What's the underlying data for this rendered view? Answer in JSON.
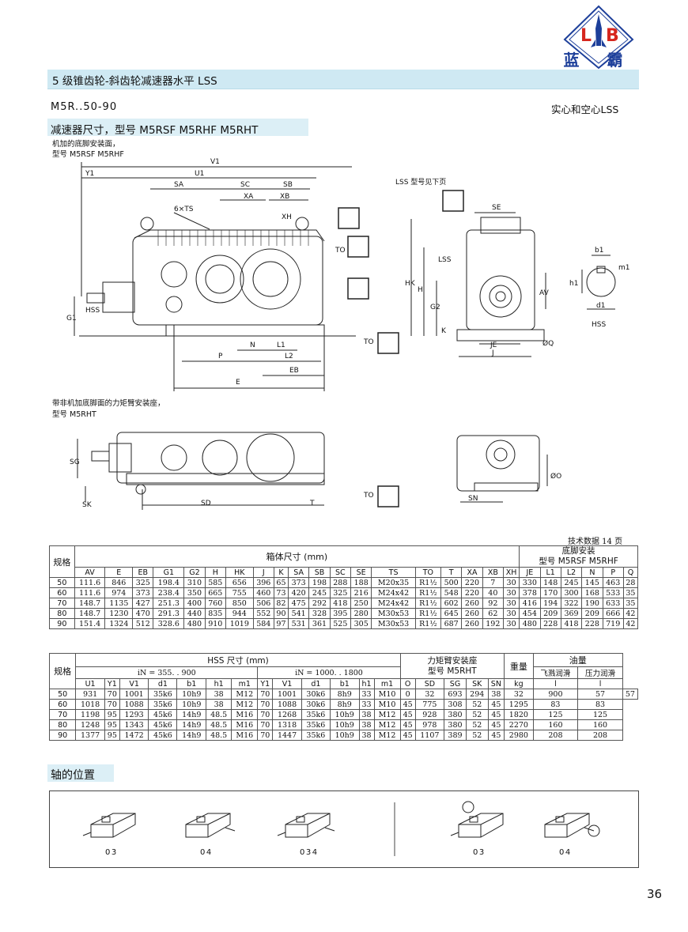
{
  "header": {
    "title": "5 级锥齿轮-斜齿轮减速器水平 LSS",
    "model_range": "M5R..50-90",
    "shaft_type": "实心和空心LSS",
    "subtitle": "减速器尺寸，型号 M5RSF M5RHF M5RHT",
    "logo_letters": "LB",
    "logo_text": "蓝 霸"
  },
  "captions": {
    "top_view_1": "机加的底脚安装面，",
    "top_view_2": "型号 M5RSF M5RHF",
    "bottom_view_1": "带非机加底脚面的力矩臂安装座，",
    "bottom_view_2": "型号 M5RHT",
    "lss_note": "LSS 型号见下页",
    "tech_note": "技术数据 14 页"
  },
  "drawing_labels": {
    "V1": "V1",
    "Y1": "Y1",
    "U1": "U1",
    "SA": "SA",
    "SC": "SC",
    "SB": "SB",
    "XA": "XA",
    "XB": "XB",
    "XH": "XH",
    "TS": "6×TS",
    "TO": "TO",
    "HSS": "HSS",
    "G1": "G1",
    "N": "N",
    "L1": "L1",
    "L2": "L2",
    "P": "P",
    "EB": "EB",
    "E": "E",
    "SE": "SE",
    "HK": "HK",
    "H": "H",
    "G2": "G2",
    "K": "K",
    "LSS": "LSS",
    "AV": "AV",
    "JE": "JE",
    "J": "J",
    "Q": "ØQ",
    "b1": "b1",
    "m1": "m1",
    "h1": "h1",
    "d1": "d1",
    "SG": "SG",
    "SK": "SK",
    "SD": "SD",
    "T": "T",
    "O": "ØO",
    "SN": "SN"
  },
  "table1": {
    "spec_label": "规格",
    "box_header": "箱体尺寸 (mm)",
    "foot_header_1": "底脚安装",
    "foot_header_2": "型号 M5RSF M5RHF",
    "columns": [
      "AV",
      "E",
      "EB",
      "G1",
      "G2",
      "H",
      "HK",
      "J",
      "K",
      "SA",
      "SB",
      "SC",
      "SE",
      "TS",
      "TO",
      "T",
      "XA",
      "XB",
      "XH",
      "JE",
      "L1",
      "L2",
      "N",
      "P",
      "Q"
    ],
    "rows": [
      [
        "50",
        "111.6",
        "846",
        "325",
        "198.4",
        "310",
        "585",
        "656",
        "396",
        "65",
        "373",
        "198",
        "288",
        "188",
        "M20x35",
        "R1½",
        "500",
        "220",
        "7",
        "30",
        "330",
        "148",
        "245",
        "145",
        "463",
        "28"
      ],
      [
        "60",
        "111.6",
        "974",
        "373",
        "238.4",
        "350",
        "665",
        "755",
        "460",
        "73",
        "420",
        "245",
        "325",
        "216",
        "M24x42",
        "R1½",
        "548",
        "220",
        "40",
        "30",
        "378",
        "170",
        "300",
        "168",
        "533",
        "35"
      ],
      [
        "70",
        "148.7",
        "1135",
        "427",
        "251.3",
        "400",
        "760",
        "850",
        "506",
        "82",
        "475",
        "292",
        "418",
        "250",
        "M24x42",
        "R1½",
        "602",
        "260",
        "92",
        "30",
        "416",
        "194",
        "322",
        "190",
        "633",
        "35"
      ],
      [
        "80",
        "148.7",
        "1230",
        "470",
        "291.3",
        "440",
        "835",
        "944",
        "552",
        "90",
        "541",
        "328",
        "395",
        "280",
        "M30x53",
        "R1½",
        "645",
        "260",
        "62",
        "30",
        "454",
        "209",
        "369",
        "209",
        "666",
        "42"
      ],
      [
        "90",
        "151.4",
        "1324",
        "512",
        "328.6",
        "480",
        "910",
        "1019",
        "584",
        "97",
        "531",
        "361",
        "525",
        "305",
        "M30x53",
        "R1½",
        "687",
        "260",
        "192",
        "30",
        "480",
        "228",
        "418",
        "228",
        "719",
        "42"
      ]
    ]
  },
  "table2": {
    "spec_label": "规格",
    "hss_header": "HSS 尺寸 (mm)",
    "ratio_1": "iN = 355. . 900",
    "ratio_2": "iN = 1000. . 1800",
    "torque_header_1": "力矩臂安装座",
    "torque_header_2": "型号 M5RHT",
    "weight_header": "重量",
    "oil_header": "油量",
    "oil_splash": "飞溅润滑",
    "oil_pressure": "压力润滑",
    "columns": [
      "U1",
      "Y1",
      "V1",
      "d1",
      "b1",
      "h1",
      "m1",
      "Y1",
      "V1",
      "d1",
      "b1",
      "h1",
      "m1",
      "O",
      "SD",
      "SG",
      "SK",
      "SN",
      "kg",
      "l",
      "l"
    ],
    "rows": [
      [
        "50",
        "931",
        "70",
        "1001",
        "35k6",
        "10h9",
        "38",
        "M12",
        "70",
        "1001",
        "30k6",
        "8h9",
        "33",
        "M10",
        "0",
        "32",
        "693",
        "294",
        "38",
        "32",
        "900",
        "57",
        "57"
      ],
      [
        "60",
        "1018",
        "70",
        "1088",
        "35k6",
        "10h9",
        "38",
        "M12",
        "70",
        "1088",
        "30k6",
        "8h9",
        "33",
        "M10",
        "45",
        "775",
        "308",
        "52",
        "45",
        "1295",
        "83",
        "83"
      ],
      [
        "70",
        "1198",
        "95",
        "1293",
        "45k6",
        "14h9",
        "48.5",
        "M16",
        "70",
        "1268",
        "35k6",
        "10h9",
        "38",
        "M12",
        "45",
        "928",
        "380",
        "52",
        "45",
        "1820",
        "125",
        "125"
      ],
      [
        "80",
        "1248",
        "95",
        "1343",
        "45k6",
        "14h9",
        "48.5",
        "M16",
        "70",
        "1318",
        "35k6",
        "10h9",
        "38",
        "M12",
        "45",
        "978",
        "380",
        "52",
        "45",
        "2270",
        "160",
        "160"
      ],
      [
        "90",
        "1377",
        "95",
        "1472",
        "45k6",
        "14h9",
        "48.5",
        "M16",
        "70",
        "1447",
        "35k6",
        "10h9",
        "38",
        "M12",
        "45",
        "1107",
        "389",
        "52",
        "45",
        "2980",
        "208",
        "208"
      ]
    ]
  },
  "shaft_positions": {
    "title": "轴的位置",
    "items": [
      "03",
      "04",
      "034",
      "03",
      "04"
    ]
  },
  "page_number": "36",
  "colors": {
    "title_bar": "#cfe9f3",
    "logo_blue": "#1d3f9a",
    "logo_red": "#d6261e"
  }
}
